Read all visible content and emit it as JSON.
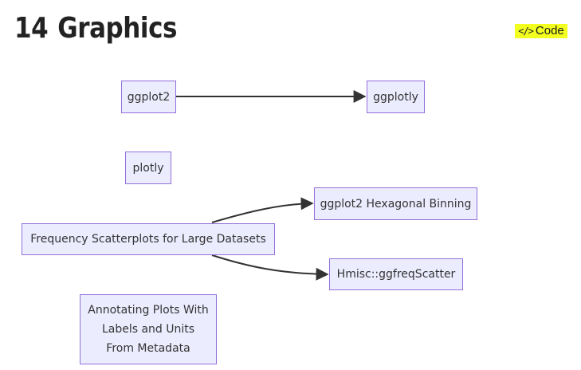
{
  "header": {
    "section_number": "14",
    "title": "Graphics",
    "code_toggle_icon": "</>",
    "code_toggle_label": "Code",
    "code_toggle_color": "#f2ff1f"
  },
  "diagram": {
    "colors": {
      "node_fill": "#ececff",
      "node_border": "#9370db",
      "edge": "#333333"
    },
    "nodes": {
      "ggplot2": "ggplot2",
      "ggplotly": "ggplotly",
      "plotly": "plotly",
      "hexbin": "ggplot2 Hexagonal Binning",
      "freq": "Frequency Scatterplots for Large Datasets",
      "hmisc": "Hmisc::ggfreqScatter",
      "annotate_line1": "Annotating Plots With",
      "annotate_line2": "Labels and Units",
      "annotate_line3": "From Metadata"
    },
    "edges": [
      {
        "from": "ggplot2",
        "to": "ggplotly"
      },
      {
        "from": "freq",
        "to": "hexbin"
      },
      {
        "from": "freq",
        "to": "hmisc"
      }
    ]
  }
}
